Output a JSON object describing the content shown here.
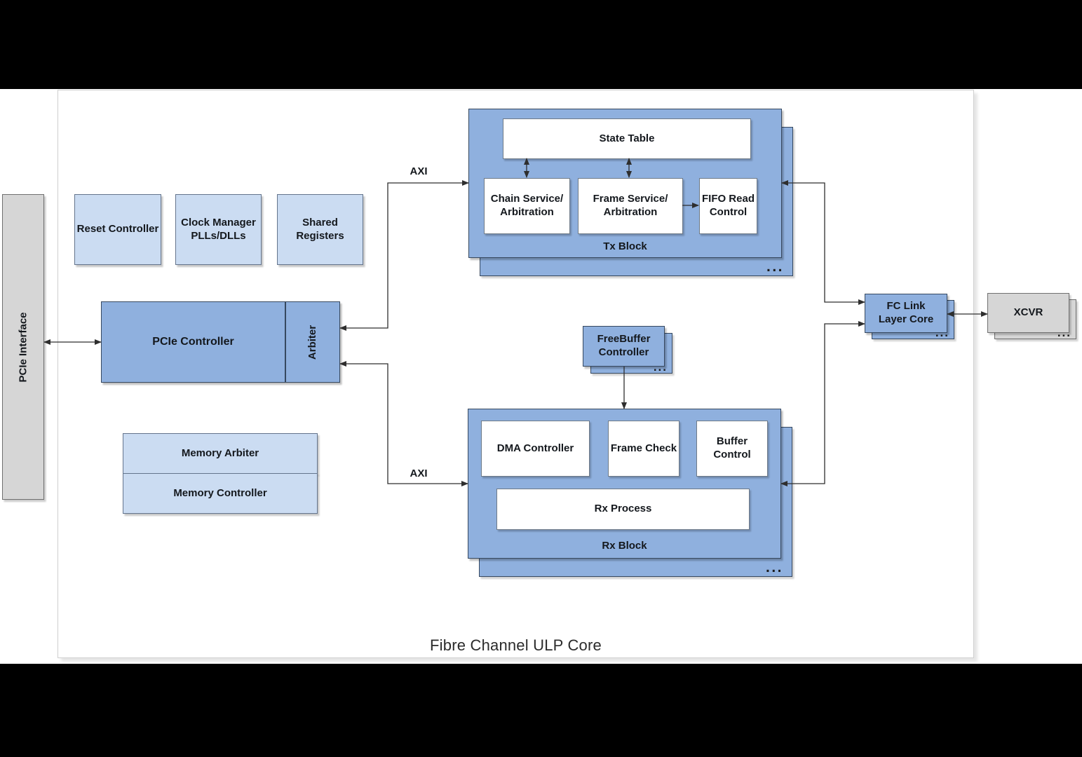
{
  "title": "Fibre Channel ULP Core",
  "labels": {
    "axi_top": "AXI",
    "axi_bottom": "AXI",
    "ellipsis": "..."
  },
  "blocks": {
    "pcie_interface": "PCIe Interface",
    "reset_controller": "Reset Controller",
    "clock_manager": "Clock Manager\nPLLs/DLLs",
    "shared_registers": "Shared\nRegisters",
    "pcie_controller": "PCIe Controller",
    "arbiter": "Arbiter",
    "memory_arbiter": "Memory Arbiter",
    "memory_controller": "Memory Controller",
    "state_table": "State Table",
    "chain_service": "Chain Service/\nArbitration",
    "frame_service": "Frame Service/\nArbitration",
    "fifo_read_control": "FIFO Read\nControl",
    "tx_block": "Tx Block",
    "freebuffer_controller": "FreeBuffer\nController",
    "dma_controller": "DMA Controller",
    "frame_check": "Frame Check",
    "buffer_control": "Buffer\nControl",
    "rx_process": "Rx Process",
    "rx_block": "Rx Block",
    "fc_link_layer_core": "FC Link\nLayer Core",
    "xcvr": "XCVR"
  },
  "colors": {
    "letterbox": "#000000",
    "block_blue": "#8FB0DE",
    "block_blue_border": "#36485F",
    "light_blue": "#CBDCF2",
    "light_blue_border": "#64748C",
    "gray_fill": "#D6D6D6",
    "gray_border": "#6F6F6F",
    "white_box": "#FFFFFF",
    "connector": "#2E2E2E",
    "frame_border": "#CFCFCF"
  }
}
